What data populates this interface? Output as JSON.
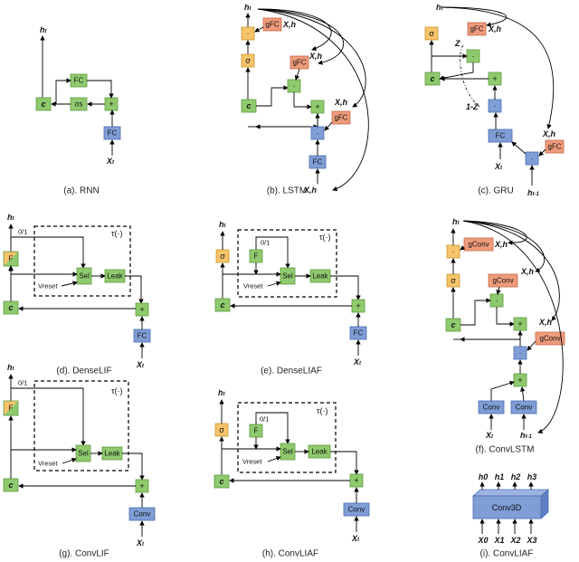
{
  "captions": {
    "a": "(a). RNN",
    "b": "(b). LSTM",
    "c": "(c). GRU",
    "d": "(d). DenseLIF",
    "e": "(e). DenseLIAF",
    "f": "(f). ConvLSTM",
    "g": "(g). ConvLIF",
    "h": "(h). ConvLIAF",
    "i": "(i). ConvLIAF"
  },
  "labels": {
    "h": "h",
    "h_sub": "t",
    "h_prev_sub": "t-1",
    "x": "X",
    "x_sub": "t",
    "c": "c",
    "fc": "FC",
    "gfc": "gFC",
    "gconv": "gConv",
    "conv": "Conv",
    "conv3d": "Conv3D",
    "sigma": "σ",
    "sigma_s": "σs",
    "plus": "+",
    "dot": "·",
    "f": "F",
    "sel": "Sel",
    "leak": "Leak",
    "vreset": "Vreset",
    "zero_one": "0/1",
    "tau": "τ(·)",
    "z": "Z",
    "one_minus_z": "1-Z",
    "xh_pair": "X",
    "conv3d_h": [
      "h0",
      "h1",
      "h2",
      "h3"
    ],
    "conv3d_x": [
      "X0",
      "X1",
      "X2",
      "X3"
    ]
  }
}
